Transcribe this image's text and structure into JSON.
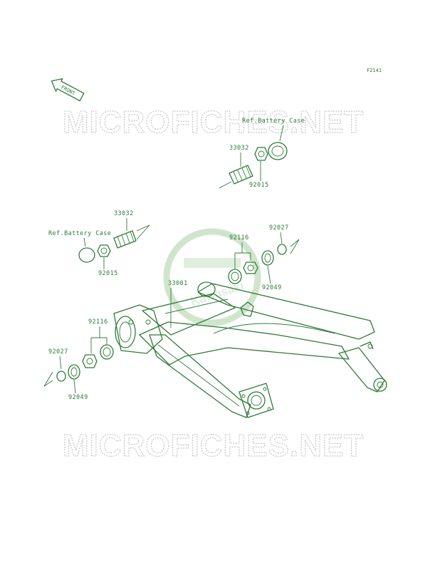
{
  "figure_code": "F2141",
  "front_label": "FRONT",
  "watermark": "MICROFICHES.NET",
  "logo_text": "Kawasaki",
  "colors": {
    "line": "#2f7a3a",
    "watermark": "#c8c8c8",
    "logo": "#cfe5cc"
  },
  "callouts": {
    "ref_battery_case_top": "Ref.Battery Case",
    "ref_battery_case_left": "Ref.Battery Case",
    "p33032_top": "33032",
    "p92015_top": "92015",
    "p33032_left": "33032",
    "p92015_left": "92015",
    "p92116_right": "92116",
    "p92027_right": "92027",
    "p92049_right": "92049",
    "p33001": "33001",
    "p92116_left": "92116",
    "p92027_left": "92027",
    "p92049_left": "92049"
  }
}
